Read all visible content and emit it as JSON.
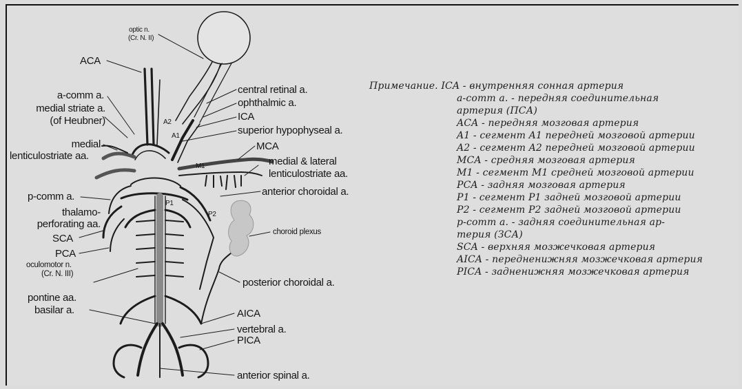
{
  "labels": {
    "optic_n": "optic n.",
    "optic_cr": "(Cr. N. II)",
    "aca": "ACA",
    "a_comm": "a-comm a.",
    "medial_striate": "medial striate a.",
    "of_heubner": "(of Heubner)",
    "medial": "medial",
    "lenticulostriate": "lenticulostriate aa.",
    "p_comm": "p-comm a.",
    "thalamo": "thalamo-",
    "perforating": "perforating aa.",
    "sca": "SCA",
    "pca": "PCA",
    "oculomotor": "oculomotor n.",
    "oculomotor_cr": "(Cr. N. III)",
    "pontine": "pontine aa.",
    "basilar": "basilar a.",
    "a2": "A2",
    "a1": "A1",
    "m1": "M1",
    "p1": "P1",
    "p2": "P2",
    "central_retinal": "central retinal a.",
    "ophthalmic": "ophthalmic a.",
    "ica": "ICA",
    "superior_hypophyseal": "superior hypophyseal a.",
    "mca": "MCA",
    "medial_lateral": "medial & lateral",
    "lenticulostriate_right": "lenticulostriate aa.",
    "anterior_choroidal": "anterior choroidal a.",
    "choroid_plexus": "choroid plexus",
    "posterior_choroidal": "posterior choroidal a.",
    "aica": "AICA",
    "vertebral": "vertebral a.",
    "pica": "PICA",
    "anterior_spinal": "anterior spinal a."
  },
  "legend": {
    "title": "Примечание.",
    "items": [
      "ICA - внутренняя сонная артерия",
      "a-comm a. - передняя соединительная",
      "артерия (ПСА)",
      "ACA - передняя мозговая артерия",
      "A1 - сегмент A1 передней мозговой артерии",
      "A2 - сегмент A2 передней мозговой артерии",
      "MCA - средняя мозговая артерия",
      "M1 - сегмент M1 средней мозговой артерии",
      "PCA - задняя мозговая артерия",
      "P1 - сегмент P1 задней мозговой артерии",
      "P2 - сегмент P2 задней мозговой артерии",
      "p-comm a. - задняя соединительная ар-",
      "терия (ЗСА)",
      "SCA - верхняя мозжечковая артерия",
      "AICA - передненижняя мозжечковая артерия",
      "PICA - задненижняя мозжечковая артерия"
    ]
  }
}
